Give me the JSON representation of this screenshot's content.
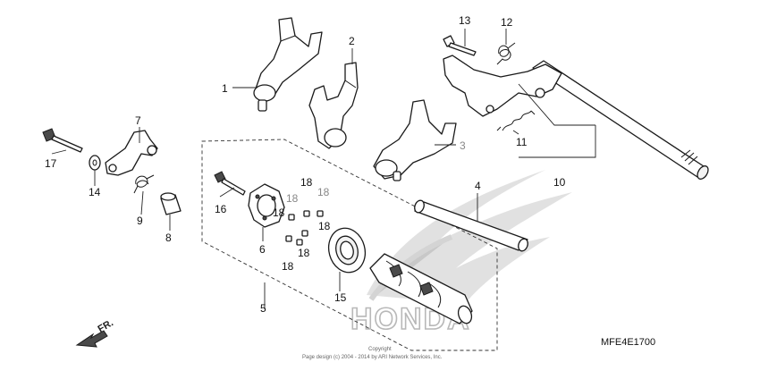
{
  "diagram_code": "MFE4E1700",
  "copyright_line1": "Copyright",
  "copyright_line2": "Page design (c) 2004 - 2014 by ARI Network Services, Inc.",
  "watermark_text": "HONDA",
  "direction_label": "FR.",
  "callouts": {
    "c1": "1",
    "c2": "2",
    "c3": "3",
    "c4": "4",
    "c5": "5",
    "c6": "6",
    "c7": "7",
    "c8": "8",
    "c9": "9",
    "c10": "10",
    "c11": "11",
    "c12": "12",
    "c13": "13",
    "c14": "14",
    "c15": "15",
    "c16": "16",
    "c17": "17",
    "c18a": "18",
    "c18b": "18",
    "c18c": "18",
    "c18d": "18",
    "c18e": "18",
    "c18f": "18",
    "c18g": "18"
  }
}
